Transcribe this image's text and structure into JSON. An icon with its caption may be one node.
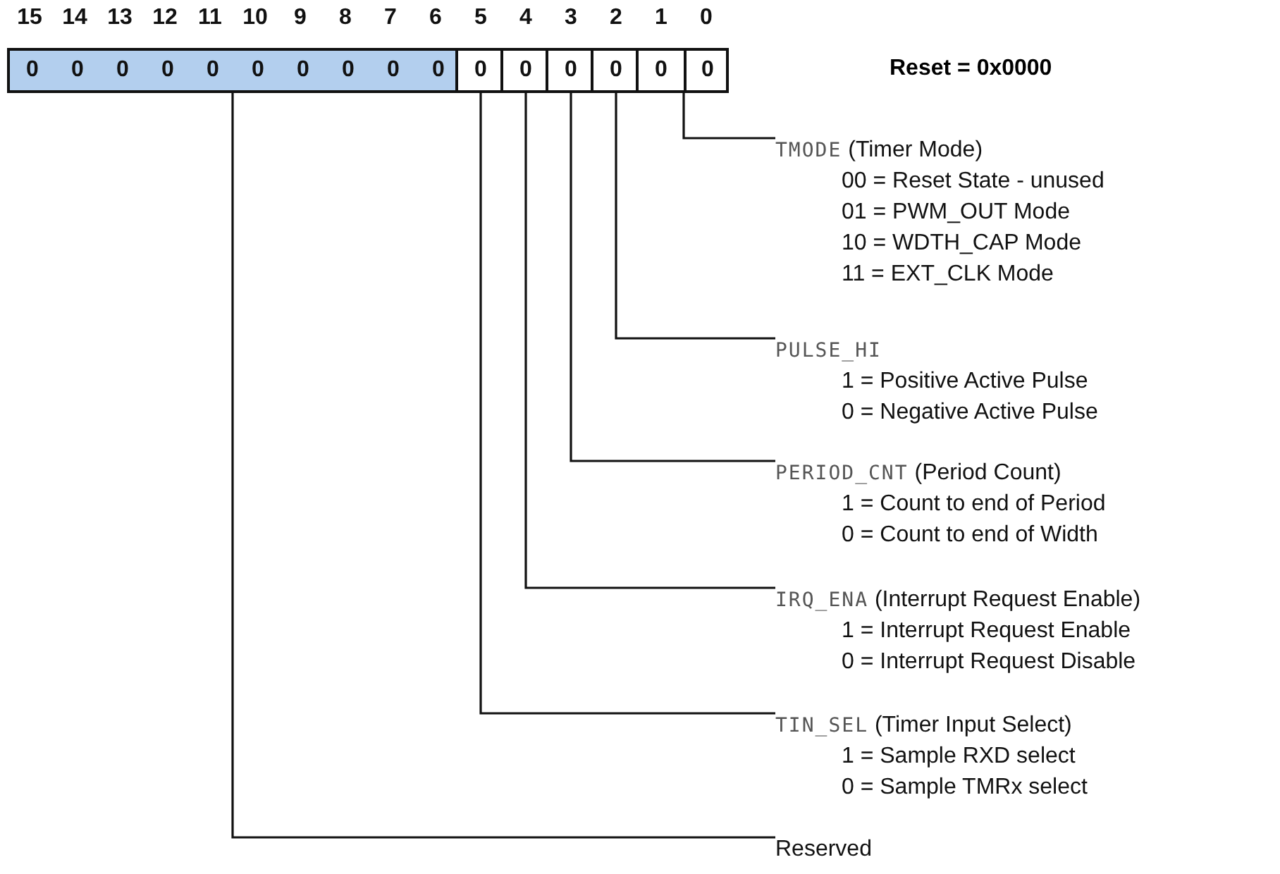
{
  "diagram": {
    "nodes": [
      {
        "text": [
          "0",
          "0",
          "0",
          "0",
          "0",
          "0",
          "0",
          "0",
          "0",
          "0"
        ]
      },
      {
        "text": [
          "0"
        ]
      },
      {
        "text": [
          "0"
        ]
      },
      {
        "text": [
          "0"
        ]
      },
      {
        "text": [
          "0"
        ]
      },
      {
        "text": [
          "0",
          "0"
        ]
      },
      {
        "text": [
          "TMODE",
          "00 = Reset State - unused",
          "01 = PWM_OUT Mode",
          "10 = WDTH_CAP Mode",
          "11 = EXT_CLK Mode"
        ],
        "beside": [
          "(Timer Mode)"
        ]
      },
      {
        "text": [
          "PULSE_HI",
          "1 = Positive Active Pulse",
          "0 = Negative Active Pulse"
        ]
      },
      {
        "text": [
          "PERIOD_CNT",
          "1 = Count to end of Period",
          "0 = Count to end of Width"
        ],
        "beside": [
          "(Period Count)"
        ]
      },
      {
        "text": [
          "IRQ_ENA",
          "1 = Interrupt Request Enable",
          "0 = Interrupt Request Disable"
        ],
        "beside": [
          "(Interrupt Request Enable)"
        ]
      },
      {
        "text": [
          "TIN_SEL",
          "1 = Sample RXD select",
          "0 = Sample TMRx select"
        ],
        "beside": [
          "(Timer Input Select)"
        ]
      },
      {
        "text": [
          "Reserved"
        ]
      }
    ],
    "edges": [
      {
        "from": 5,
        "to": 6,
        "arrow": "none"
      },
      {
        "from": 4,
        "to": 7,
        "arrow": "none"
      },
      {
        "from": 3,
        "to": 8,
        "arrow": "none"
      },
      {
        "from": 2,
        "to": 9,
        "arrow": "none"
      },
      {
        "from": 1,
        "to": 10,
        "arrow": "none"
      },
      {
        "from": 0,
        "to": 11,
        "arrow": "none"
      }
    ],
    "labels": [
      "15",
      "14",
      "13",
      "12",
      "11",
      "10",
      "9",
      "8",
      "7",
      "6",
      "5",
      "4",
      "3",
      "2",
      "1",
      "0",
      "Reset = 0x0000"
    ]
  }
}
